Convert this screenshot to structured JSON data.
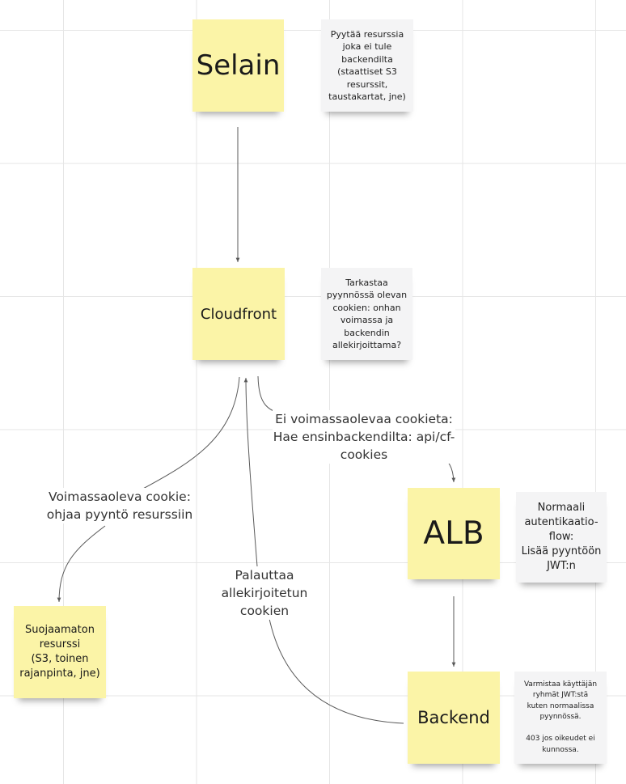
{
  "colors": {
    "sticky_yellow": "#fbf4a7",
    "sticky_white": "#f4f4f5",
    "connector": "#5a5a5a",
    "grid": "#e6e6e6"
  },
  "nodes": {
    "selain": "Selain",
    "cloudfront": "Cloudfront",
    "alb": "ALB",
    "backend": "Backend",
    "unprotected": "Suojaamaton\nresurssi\n(S3, toinen\nrajanpinta, jne)"
  },
  "notes": {
    "selain": "Pyytää resurssia\njoka ei tule\nbackendilta\n(staattiset S3\nresurssit,\ntaustakartat, jne)",
    "cloudfront": "Tarkastaa\npyynnössä olevan\ncookien: onhan\nvoimassa ja\nbackendin\nallekirjoittama?",
    "alb": "Normaali\nautentikaatio-\nflow:\nLisää pyyntöön\nJWT:n",
    "backend": "Varmistaa käyttäjän\nryhmät JWT:stä\nkuten normaalissa\npyynnössä.\n\n403 jos oikeudet ei\nkunnossa."
  },
  "edges": {
    "no_cookie": "Ei voimassaolevaa cookieta:\nHae ensinbackendilta: api/cf-\ncookies",
    "valid_cookie": "Voimassaoleva cookie:\nohjaa pyyntö resurssiin",
    "returns_cookie": "Palauttaa\nallekirjoitetun\ncookien"
  }
}
